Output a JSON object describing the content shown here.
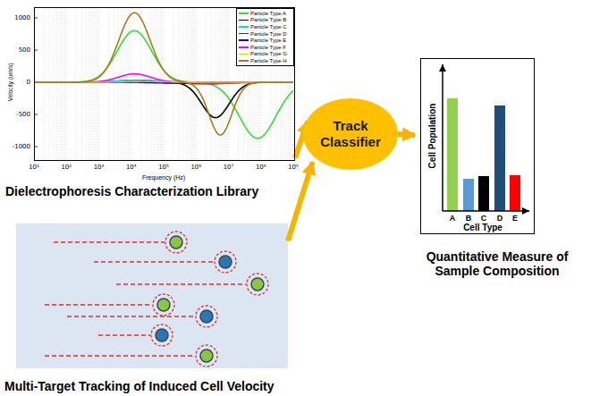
{
  "diagram": {
    "nodes": [
      {
        "text": [
          "Dielectrophoresis Characterization Library"
        ]
      },
      {
        "text": [
          "Multi-Target Tracking of Induced Cell Velocity"
        ]
      },
      {
        "text": [
          "Track Classifier"
        ]
      },
      {
        "text": [
          "Quantitative Measure of Sample Composition"
        ]
      }
    ],
    "edges": [
      {
        "from": 0,
        "to": 2,
        "arrow": "to"
      },
      {
        "from": 1,
        "to": 2,
        "arrow": "to"
      },
      {
        "from": 2,
        "to": 3,
        "arrow": "to"
      }
    ],
    "labels": [
      "1000",
      "500",
      "0",
      "-500",
      "-1000",
      "10¹",
      "10²",
      "10³",
      "10⁴",
      "10⁵",
      "10⁶",
      "10⁷",
      "10⁸",
      "10⁹",
      "Frequency (Hz)",
      "Velocity (um/s)",
      "Cell Population",
      "A",
      "B",
      "C",
      "D",
      "E",
      "Cell Type"
    ],
    "legend": [
      {
        "text": "Particle Type A"
      },
      {
        "text": "Particle Type B"
      },
      {
        "text": "Particle Type C"
      },
      {
        "text": "Particle Type D"
      },
      {
        "text": "Particle Type E"
      },
      {
        "text": "Particle Type F"
      },
      {
        "text": "Particle Type G"
      },
      {
        "text": "Particle Type H"
      }
    ]
  }
}
